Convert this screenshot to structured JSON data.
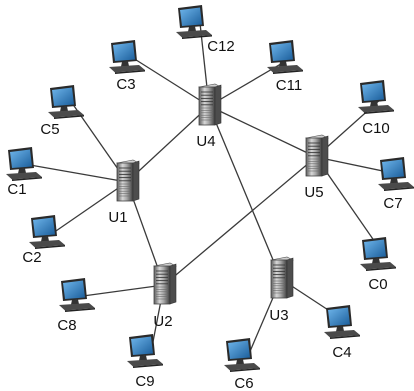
{
  "diagram": {
    "colors": {
      "line": "#3a3a3a",
      "server_body": "#8f8f8f",
      "screen": "#1f6fb2",
      "screen_frame": "#2a2a2a"
    },
    "servers": [
      {
        "id": "U1",
        "label": "U1"
      },
      {
        "id": "U2",
        "label": "U2"
      },
      {
        "id": "U3",
        "label": "U3"
      },
      {
        "id": "U4",
        "label": "U4"
      },
      {
        "id": "U5",
        "label": "U5"
      }
    ],
    "clients": [
      {
        "id": "C0",
        "label": "C0",
        "server": "U5"
      },
      {
        "id": "C1",
        "label": "C1",
        "server": "U1"
      },
      {
        "id": "C2",
        "label": "C2",
        "server": "U1"
      },
      {
        "id": "C3",
        "label": "C3",
        "server": "U4"
      },
      {
        "id": "C4",
        "label": "C4",
        "server": "U3"
      },
      {
        "id": "C5",
        "label": "C5",
        "server": "U1"
      },
      {
        "id": "C6",
        "label": "C6",
        "server": "U3"
      },
      {
        "id": "C7",
        "label": "C7",
        "server": "U5"
      },
      {
        "id": "C8",
        "label": "C8",
        "server": "U2"
      },
      {
        "id": "C9",
        "label": "C9",
        "server": "U2"
      },
      {
        "id": "C10",
        "label": "C10",
        "server": "U5"
      },
      {
        "id": "C11",
        "label": "C11",
        "server": "U4"
      },
      {
        "id": "C12",
        "label": "C12",
        "server": "U4"
      }
    ],
    "server_links": [
      [
        "U1",
        "U4"
      ],
      [
        "U1",
        "U2"
      ],
      [
        "U4",
        "U5"
      ],
      [
        "U4",
        "U3"
      ],
      [
        "U2",
        "U5"
      ]
    ]
  }
}
